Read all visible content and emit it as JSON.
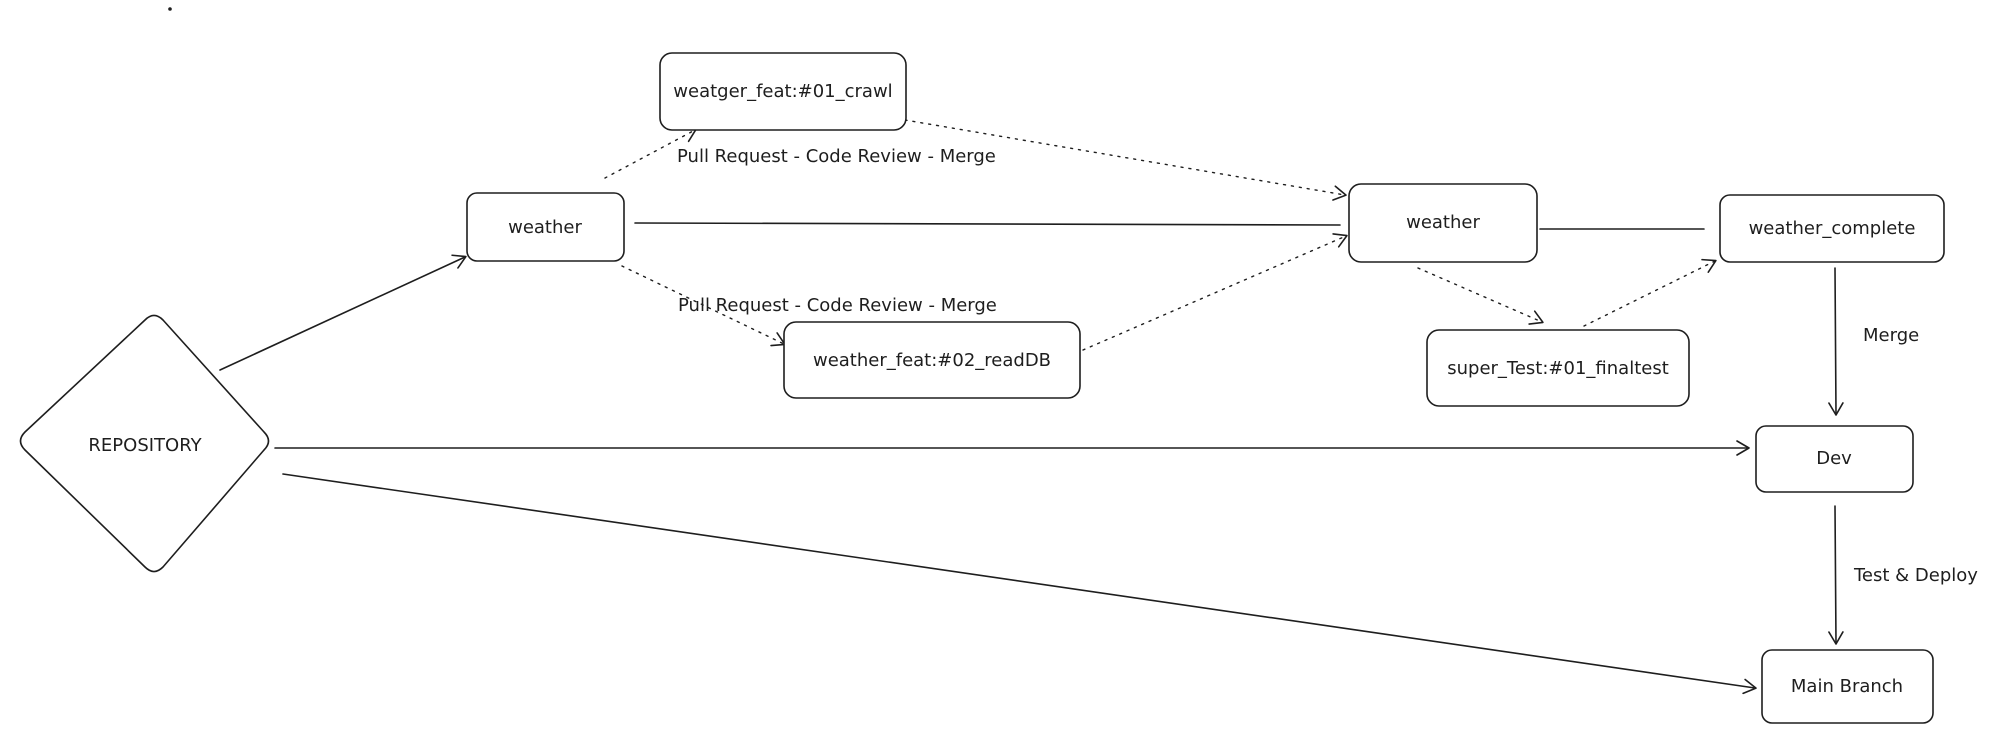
{
  "diagram": {
    "nodes": {
      "repository": "REPOSITORY",
      "weather_left": "weather",
      "feat_crawl": "weatger_feat:#01_crawl",
      "feat_readdb": "weather_feat:#02_readDB",
      "weather_mid": "weather",
      "weather_complete": "weather_complete",
      "super_test": "super_Test:#01_finaltest",
      "dev": "Dev",
      "main_branch": "Main Branch"
    },
    "edge_labels": {
      "pr_top": "Pull Request - Code Review - Merge",
      "pr_bottom": "Pull Request - Code Review - Merge",
      "merge": "Merge",
      "test_deploy": "Test & Deploy"
    },
    "colors": {
      "stroke": "#1e1e1e",
      "background": "#ffffff"
    }
  }
}
